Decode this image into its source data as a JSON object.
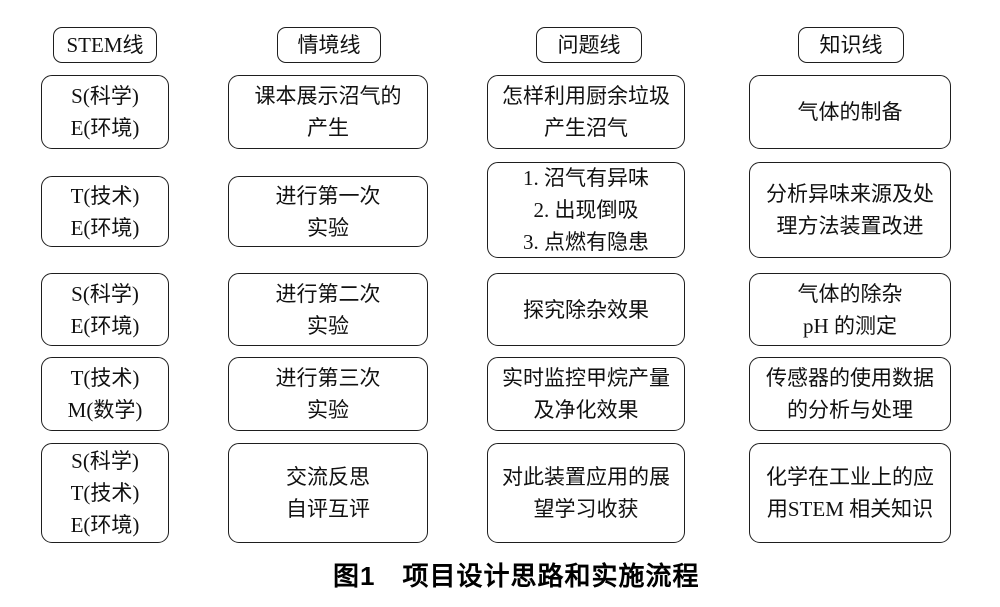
{
  "figure_caption": "图1　项目设计思路和实施流程",
  "columns": [
    {
      "id": "stem",
      "header": "STEM线",
      "boxes": [
        {
          "lines": [
            "S(科学)",
            "E(环境)"
          ]
        },
        {
          "lines": [
            "T(技术)",
            "E(环境)"
          ]
        },
        {
          "lines": [
            "S(科学)",
            "E(环境)"
          ]
        },
        {
          "lines": [
            "T(技术)",
            "M(数学)"
          ]
        },
        {
          "lines": [
            "S(科学)",
            "T(技术)",
            "E(环境)"
          ]
        }
      ]
    },
    {
      "id": "context",
      "header": "情境线",
      "boxes": [
        {
          "lines": [
            "课本展示沼气的",
            "产生"
          ]
        },
        {
          "lines": [
            "进行第一次",
            "实验"
          ]
        },
        {
          "lines": [
            "进行第二次",
            "实验"
          ]
        },
        {
          "lines": [
            "进行第三次",
            "实验"
          ]
        },
        {
          "lines": [
            "交流反思",
            "自评互评"
          ]
        }
      ]
    },
    {
      "id": "problem",
      "header": "问题线",
      "boxes": [
        {
          "lines": [
            "怎样利用厨余垃圾",
            "产生沼气"
          ]
        },
        {
          "lines": [
            "1. 沼气有异味",
            "2. 出现倒吸",
            "3. 点燃有隐患"
          ]
        },
        {
          "lines": [
            "探究除杂效果"
          ]
        },
        {
          "lines": [
            "实时监控甲烷产量",
            "及净化效果"
          ]
        },
        {
          "lines": [
            "对此装置应用的展",
            "望学习收获"
          ]
        }
      ]
    },
    {
      "id": "knowledge",
      "header": "知识线",
      "boxes": [
        {
          "lines": [
            "气体的制备"
          ]
        },
        {
          "lines": [
            "分析异味来源及处",
            "理方法装置改进"
          ]
        },
        {
          "lines": [
            "气体的除杂",
            "pH 的测定"
          ]
        },
        {
          "lines": [
            "传感器的使用数据",
            "的分析与处理"
          ]
        },
        {
          "lines": [
            "化学在工业上的应",
            "用STEM 相关知识"
          ]
        }
      ]
    }
  ]
}
